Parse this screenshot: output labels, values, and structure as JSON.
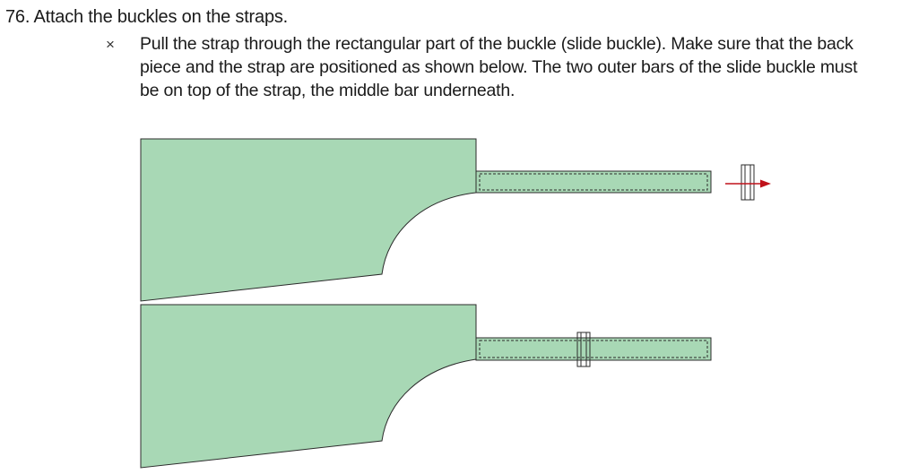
{
  "step": {
    "heading": "76. Attach the buckles on the straps.",
    "items": [
      {
        "bullet": "×",
        "text": "Pull the strap through the rectangular part of the buckle (slide buckle). Make sure that the back piece and the strap are positioned as shown below. The two outer bars of the slide buckle must be on top of the strap, the middle bar underneath."
      }
    ]
  },
  "diagram": {
    "fabric_color": "#a8d8b5",
    "outline_color": "#2b2b2b",
    "arrow_color": "#c0121b",
    "panels": [
      {
        "buckle_position": "off-strap",
        "arrow": "right"
      },
      {
        "buckle_position": "on-strap",
        "arrow": "none"
      }
    ]
  }
}
